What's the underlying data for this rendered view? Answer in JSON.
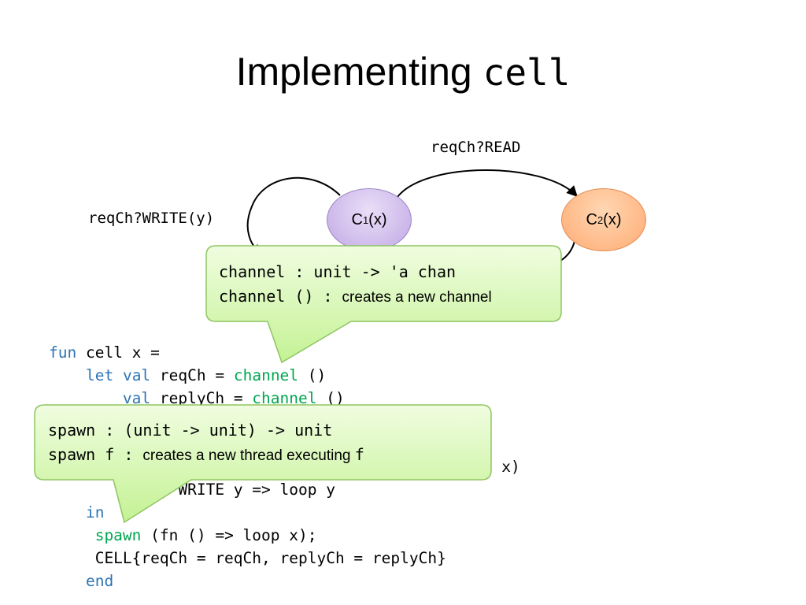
{
  "title": {
    "text": "Implementing ",
    "code": "cell"
  },
  "diagram": {
    "nodes": [
      {
        "base": "C",
        "sub": "1",
        "arg": "(x)",
        "fill": "#cdb8ea"
      },
      {
        "base": "C",
        "sub": "2",
        "arg": "(x)",
        "fill": "#ffb886"
      }
    ],
    "edges": [
      {
        "label": "reqCh?READ"
      },
      {
        "label": "reqCh?WRITE(y)"
      }
    ]
  },
  "code": {
    "lines": [
      [
        {
          "t": "fun",
          "c": "kw"
        },
        {
          "t": " cell x ="
        }
      ],
      [
        {
          "t": "    "
        },
        {
          "t": "let",
          "c": "kw"
        },
        {
          "t": " "
        },
        {
          "t": "val",
          "c": "kw"
        },
        {
          "t": " reqCh = "
        },
        {
          "t": "channel",
          "c": "fn"
        },
        {
          "t": " ()"
        }
      ],
      [
        {
          "t": "        "
        },
        {
          "t": "val",
          "c": "kw"
        },
        {
          "t": " replyCh = "
        },
        {
          "t": "channel",
          "c": "fn"
        },
        {
          "t": " ()"
        }
      ],
      [
        {
          "t": ""
        }
      ],
      [
        {
          "t": ""
        }
      ],
      [
        {
          "t": "                                            loop x)"
        }
      ],
      [
        {
          "t": "              WRITE y => loop y"
        }
      ],
      [
        {
          "t": "    "
        },
        {
          "t": "in",
          "c": "kw"
        }
      ],
      [
        {
          "t": "     "
        },
        {
          "t": "spawn",
          "c": "fn"
        },
        {
          "t": " (fn () => loop x);"
        }
      ],
      [
        {
          "t": "     CELL{reqCh = reqCh, replyCh = replyCh}"
        }
      ],
      [
        {
          "t": "    "
        },
        {
          "t": "end",
          "c": "kw"
        }
      ]
    ]
  },
  "callouts": [
    {
      "line1": "channel : unit -> 'a chan",
      "line2_code": "channel () : ",
      "line2_text": "creates a new channel",
      "color": "#ccf5a2"
    },
    {
      "line1": "spawn : (unit -> unit) -> unit",
      "line2_code": "spawn f : ",
      "line2_text": "creates a new thread executing ",
      "line2_tail": "f",
      "color": "#ccf5a2"
    }
  ],
  "colors": {
    "keyword": "#2e74b5",
    "builtin": "#00a650",
    "callout_border": "#8fc562"
  }
}
